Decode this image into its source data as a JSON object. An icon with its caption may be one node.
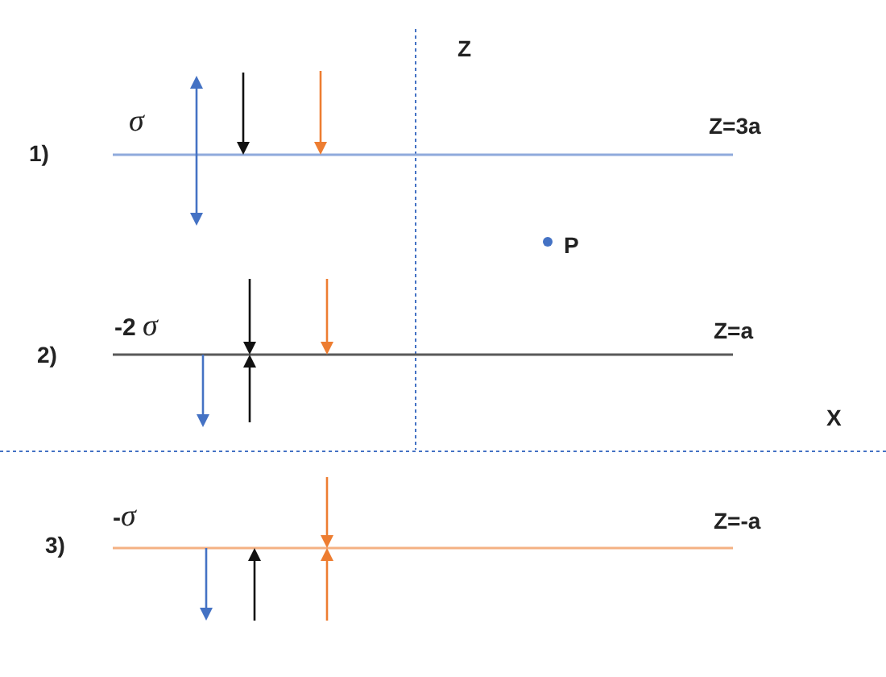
{
  "diagram": {
    "labels": [
      "Z",
      "σ",
      "1)",
      "Z=3a",
      "P",
      "-2 *σ*",
      "2)",
      "Z=a",
      "X",
      "-*σ*",
      "3)",
      "Z=-a"
    ]
  }
}
